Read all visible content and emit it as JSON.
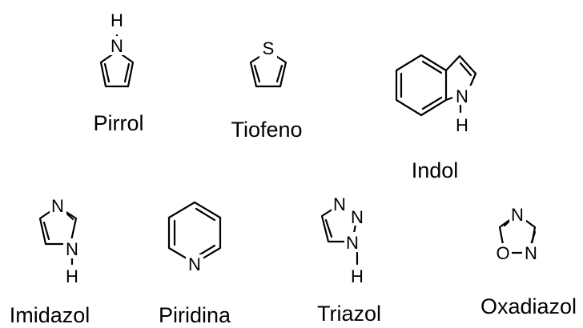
{
  "molecules": {
    "pirrol": {
      "name": "Pirrol",
      "atoms": [
        "H",
        "N"
      ]
    },
    "tiofeno": {
      "name": "Tiofeno",
      "atoms": [
        "S"
      ]
    },
    "indol": {
      "name": "Indol",
      "atoms": [
        "N",
        "H"
      ]
    },
    "imidazol": {
      "name": "Imidazol",
      "atoms": [
        "N",
        "N",
        "H"
      ]
    },
    "piridina": {
      "name": "Piridina",
      "atoms": [
        "N"
      ]
    },
    "triazol": {
      "name": "Triazol",
      "atoms": [
        "N",
        "N",
        "N",
        "H"
      ]
    },
    "oxadiazol": {
      "name": "Oxadiazol",
      "atoms": [
        "N",
        "O",
        "N"
      ]
    }
  }
}
